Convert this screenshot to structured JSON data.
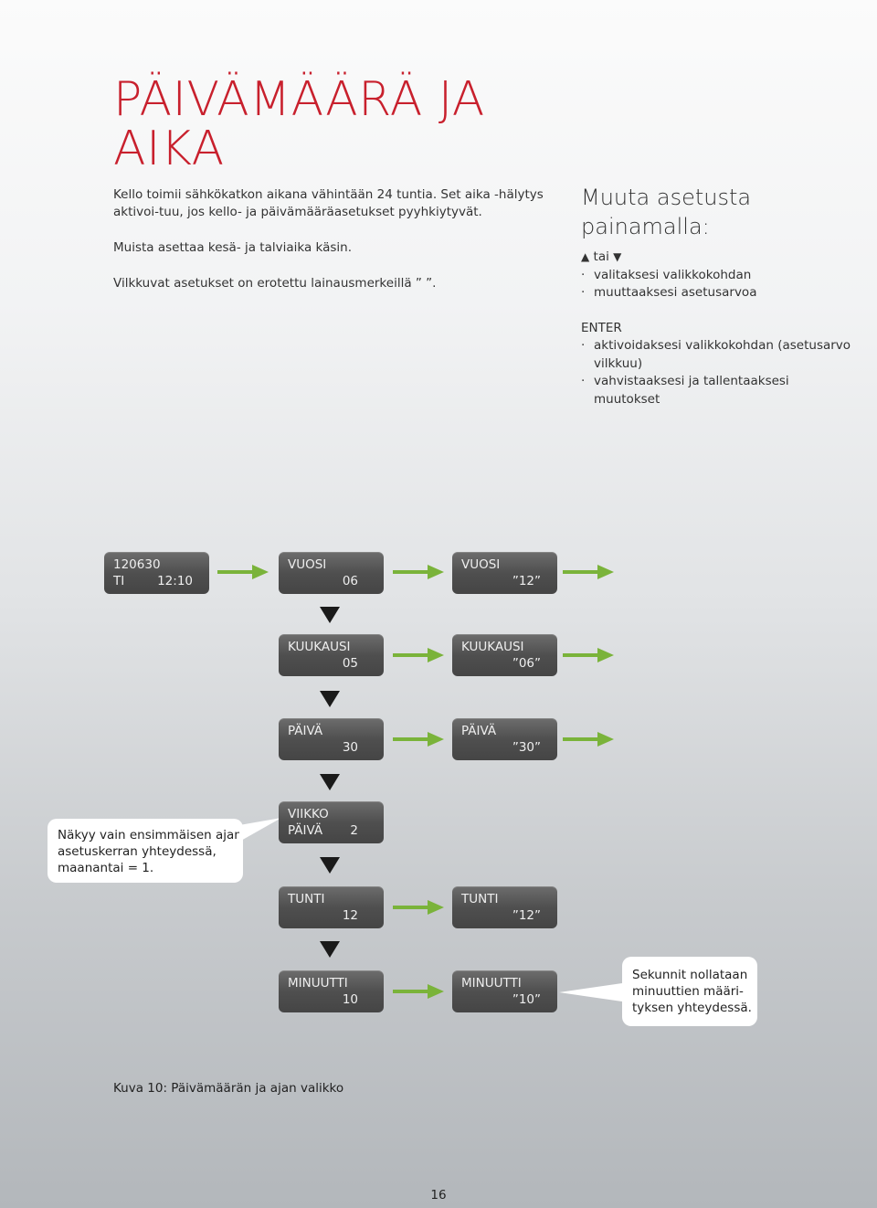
{
  "title": {
    "line1": "PÄIVÄMÄÄRÄ JA",
    "line2": "AIKA"
  },
  "intro": {
    "p1": "Kello toimii sähkökatkon aikana vähintään 24 tuntia. Set aika -hälytys aktivoi-tuu, jos kello- ja päivämääräasetukset pyyhkiytyvät.",
    "p2": "Muista asettaa kesä- ja talviaika käsin.",
    "p3": "Vilkkuvat asetukset on erotettu lainausmerkeillä ” ”."
  },
  "keys": {
    "heading1": "Muuta asetusta",
    "heading2": "painamalla:",
    "updown_up": "▲",
    "updown_text": "tai",
    "updown_down": "▼",
    "updown_items": [
      "valitaksesi valikkokohdan",
      "muuttaaksesi asetusarvoa"
    ],
    "enter_label": "ENTER",
    "enter_items": [
      "aktivoidaksesi valikkokohdan (asetusarvo vilkkuu)",
      "vahvistaaksesi ja tallentaaksesi muutokset"
    ]
  },
  "flow": {
    "start": {
      "l1": "120630",
      "l2a": "TI",
      "l2b": "12:10"
    },
    "vuosi": {
      "label": "VUOSI",
      "value": "06",
      "blink": "”12”"
    },
    "kuukausi": {
      "label": "KUUKAUSI",
      "value": "05",
      "blink": "”06”"
    },
    "paiva": {
      "label": "PÄIVÄ",
      "value": "30",
      "blink": "”30”"
    },
    "viikkopaiva": {
      "label1": "VIIKKO",
      "label2": "PÄIVÄ",
      "value": "2"
    },
    "tunti": {
      "label": "TUNTI",
      "value": "12",
      "blink": "”12”"
    },
    "minuutti": {
      "label": "MINUUTTI",
      "value": "10",
      "blink": "”10”"
    }
  },
  "notes": {
    "weekday_note": [
      "Näkyy vain ensimmäisen ajan",
      "asetuskerran yhteydessä,",
      "maanantai = 1."
    ],
    "seconds_note": [
      "Sekunnit nollataan",
      "minuuttien määri-",
      "tyksen yhteydessä."
    ]
  },
  "caption": "Kuva 10: Päivämäärän ja ajan valikko",
  "page_number": "16",
  "colors": {
    "title": "#c8202d",
    "arrow": "#7ab33a",
    "box": "#555555"
  }
}
